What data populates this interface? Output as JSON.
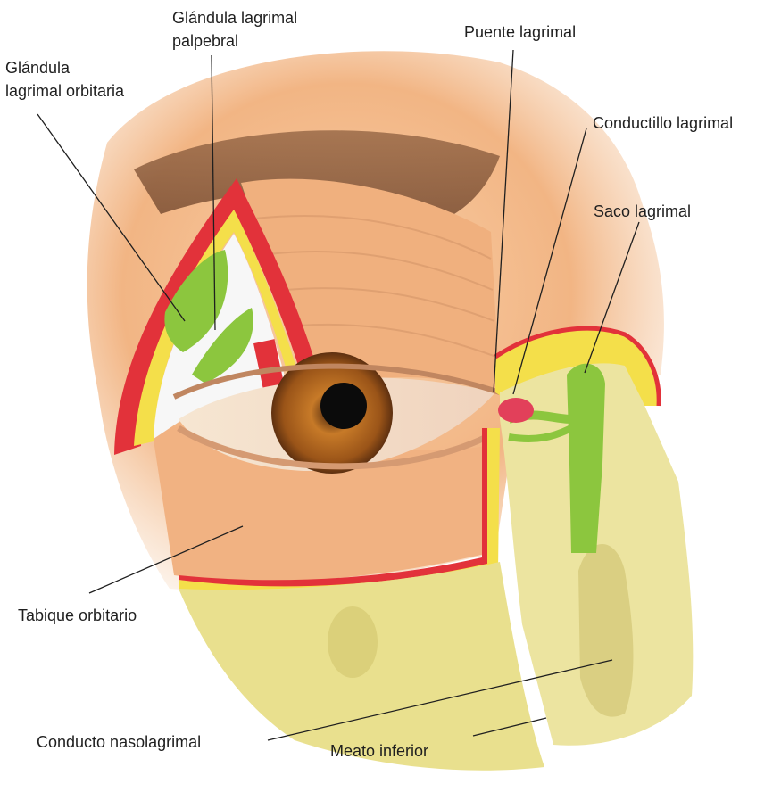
{
  "figure": {
    "subject": "eye-lacrimal-apparatus-illustration",
    "labels": {
      "palpebral_gland_line1": "Glándula lagrimal",
      "palpebral_gland_line2": "palpebral",
      "orbital_gland_line1": "Glándula",
      "orbital_gland_line2": "lagrimal orbitaria",
      "lacrimal_punctum": "Puente lagrimal",
      "lacrimal_canaliculus": "Conductillo lagrimal",
      "lacrimal_sac": "Saco lagrimal",
      "orbital_septum": "Tabique orbitario",
      "nasolacrimal_duct": "Conducto nasolagrimal",
      "inferior_meatus": "Meato inferior"
    },
    "colors": {
      "skin": "#f3b888",
      "skin_light": "#f8cfa6",
      "fat_yellow": "#f4df4a",
      "muscle_red": "#e2323a",
      "gland_green": "#8cc63e",
      "bone": "#ece4a0",
      "iris": "#b5651d",
      "leader_line": "#1f1f1f"
    }
  }
}
